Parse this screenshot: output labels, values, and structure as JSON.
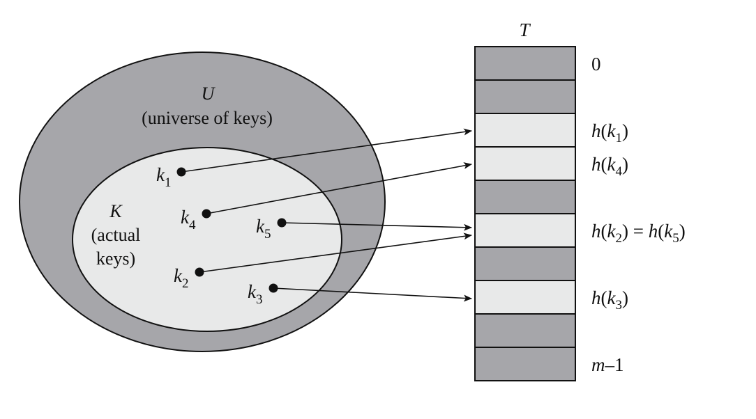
{
  "universe": {
    "symbol": "U",
    "caption": "(universe of keys)",
    "fill": "#a6a6aa"
  },
  "actual_keys": {
    "symbol": "K",
    "caption_line1": "(actual",
    "caption_line2": "keys)",
    "fill": "#e8e9e9"
  },
  "keys": [
    {
      "name": "k",
      "sub": "1"
    },
    {
      "name": "k",
      "sub": "4"
    },
    {
      "name": "k",
      "sub": "5"
    },
    {
      "name": "k",
      "sub": "2"
    },
    {
      "name": "k",
      "sub": "3"
    }
  ],
  "table": {
    "title": "T",
    "slots": [
      {
        "state": "empty",
        "label": "0"
      },
      {
        "state": "empty",
        "label": ""
      },
      {
        "state": "used",
        "label": "h(k1)"
      },
      {
        "state": "used",
        "label": "h(k4)"
      },
      {
        "state": "empty",
        "label": ""
      },
      {
        "state": "used",
        "label": "h(k2) = h(k5)"
      },
      {
        "state": "empty",
        "label": ""
      },
      {
        "state": "used",
        "label": "h(k3)"
      },
      {
        "state": "empty",
        "label": ""
      },
      {
        "state": "empty",
        "label": "m–1"
      }
    ],
    "empty_fill": "#a6a6aa",
    "used_fill": "#e8e9e9"
  },
  "slot_labels": {
    "zero": "0",
    "h_k1": {
      "fn": "h",
      "arg": "k",
      "sub": "1"
    },
    "h_k4": {
      "fn": "h",
      "arg": "k",
      "sub": "4"
    },
    "h_k2_k5": {
      "fn": "h",
      "arg": "k",
      "sub_a": "2",
      "eq": "=",
      "sub_b": "5"
    },
    "h_k3": {
      "fn": "h",
      "arg": "k",
      "sub": "3"
    },
    "last": {
      "m": "m",
      "rest": "–1"
    }
  },
  "mappings": [
    {
      "from": "k1",
      "to_slot": 2
    },
    {
      "from": "k4",
      "to_slot": 3
    },
    {
      "from": "k5",
      "to_slot": 5
    },
    {
      "from": "k2",
      "to_slot": 5
    },
    {
      "from": "k3",
      "to_slot": 7
    }
  ]
}
